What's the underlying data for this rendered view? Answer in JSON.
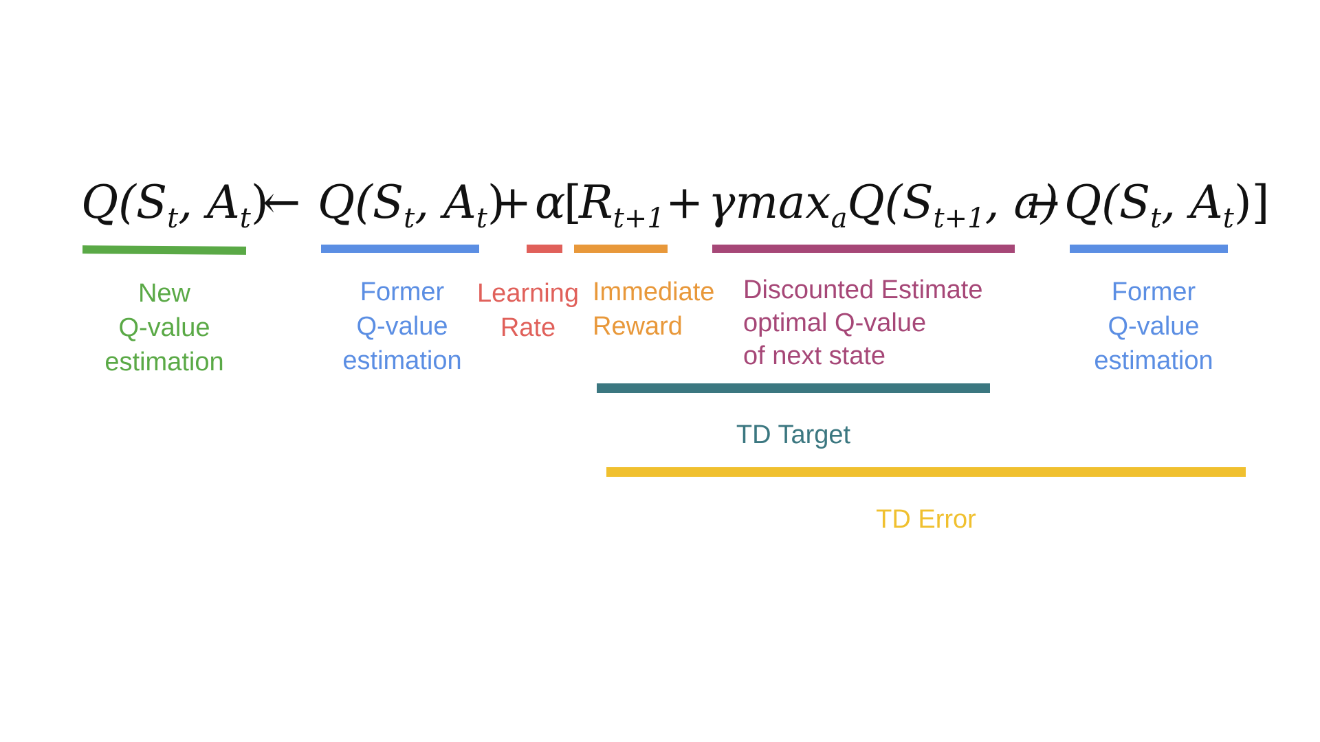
{
  "colors": {
    "new_q": "#5aa946",
    "former_q": "#5b8ee3",
    "learning_rate": "#e0605a",
    "reward": "#e8983a",
    "discounted": "#a64777",
    "td_target": "#3b7780",
    "td_error": "#f0c02f"
  },
  "equation": {
    "lhs": "Q(S",
    "t": "t",
    "comma_a": ", A",
    "close": ")",
    "arrow": "←",
    "plus": "+",
    "alpha": "α",
    "open_bracket": "[",
    "R": "R",
    "t_plus_1": "t+1",
    "gamma_max": "γmax",
    "a_sub": "a",
    "q_next_open": "Q(S",
    "comma_small_a": ", a)",
    "minus": "−",
    "close_bracket": ")]"
  },
  "labels": {
    "new_q": [
      "New",
      "Q-value",
      "estimation"
    ],
    "former_q_1": [
      "Former",
      "Q-value",
      "estimation"
    ],
    "learning_rate": [
      "Learning",
      "Rate"
    ],
    "reward": [
      "Immediate",
      "Reward"
    ],
    "discounted": [
      "Discounted Estimate",
      "optimal Q-value",
      "of next state"
    ],
    "former_q_2": [
      "Former",
      "Q-value",
      "estimation"
    ],
    "td_target": "TD Target",
    "td_error": "TD Error"
  }
}
